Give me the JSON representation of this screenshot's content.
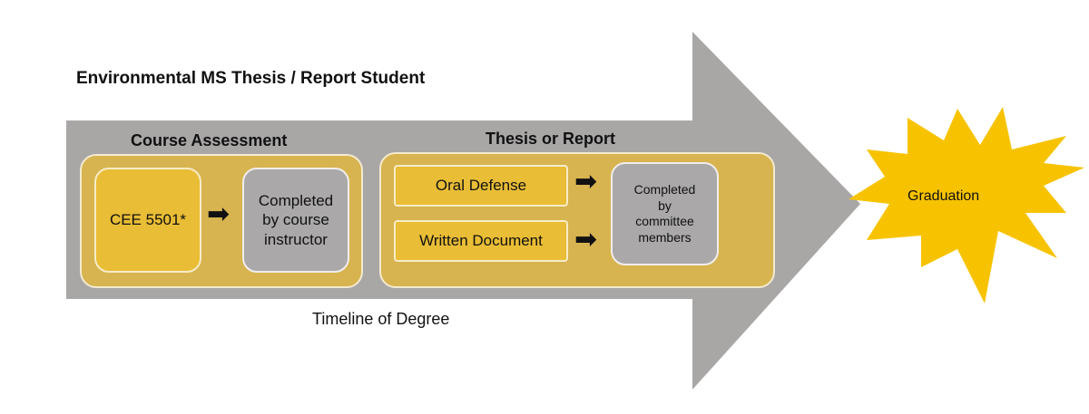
{
  "title": "Environmental MS Thesis / Report Student",
  "timeline_label": "Timeline of Degree",
  "course_assessment": {
    "heading": "Course Assessment",
    "course_label": "CEE 5501*",
    "completed_lines": [
      "Completed",
      "by course",
      "instructor"
    ]
  },
  "thesis_or_report": {
    "heading": "Thesis or Report",
    "oral_defense_label": "Oral Defense",
    "written_document_label": "Written Document",
    "completed_lines": [
      "Completed",
      "by",
      "committee",
      "members"
    ]
  },
  "graduation_label": "Graduation",
  "icons": {
    "flow_arrow": "right-arrow-icon",
    "graduation_burst": "starburst-icon"
  },
  "colors": {
    "timeline_arrow": "#a9a6a6",
    "group_background": "#d7b44f",
    "gold_box": "#e9bd35",
    "gray_box": "#aaa8a8",
    "starburst": "#f7c300"
  }
}
